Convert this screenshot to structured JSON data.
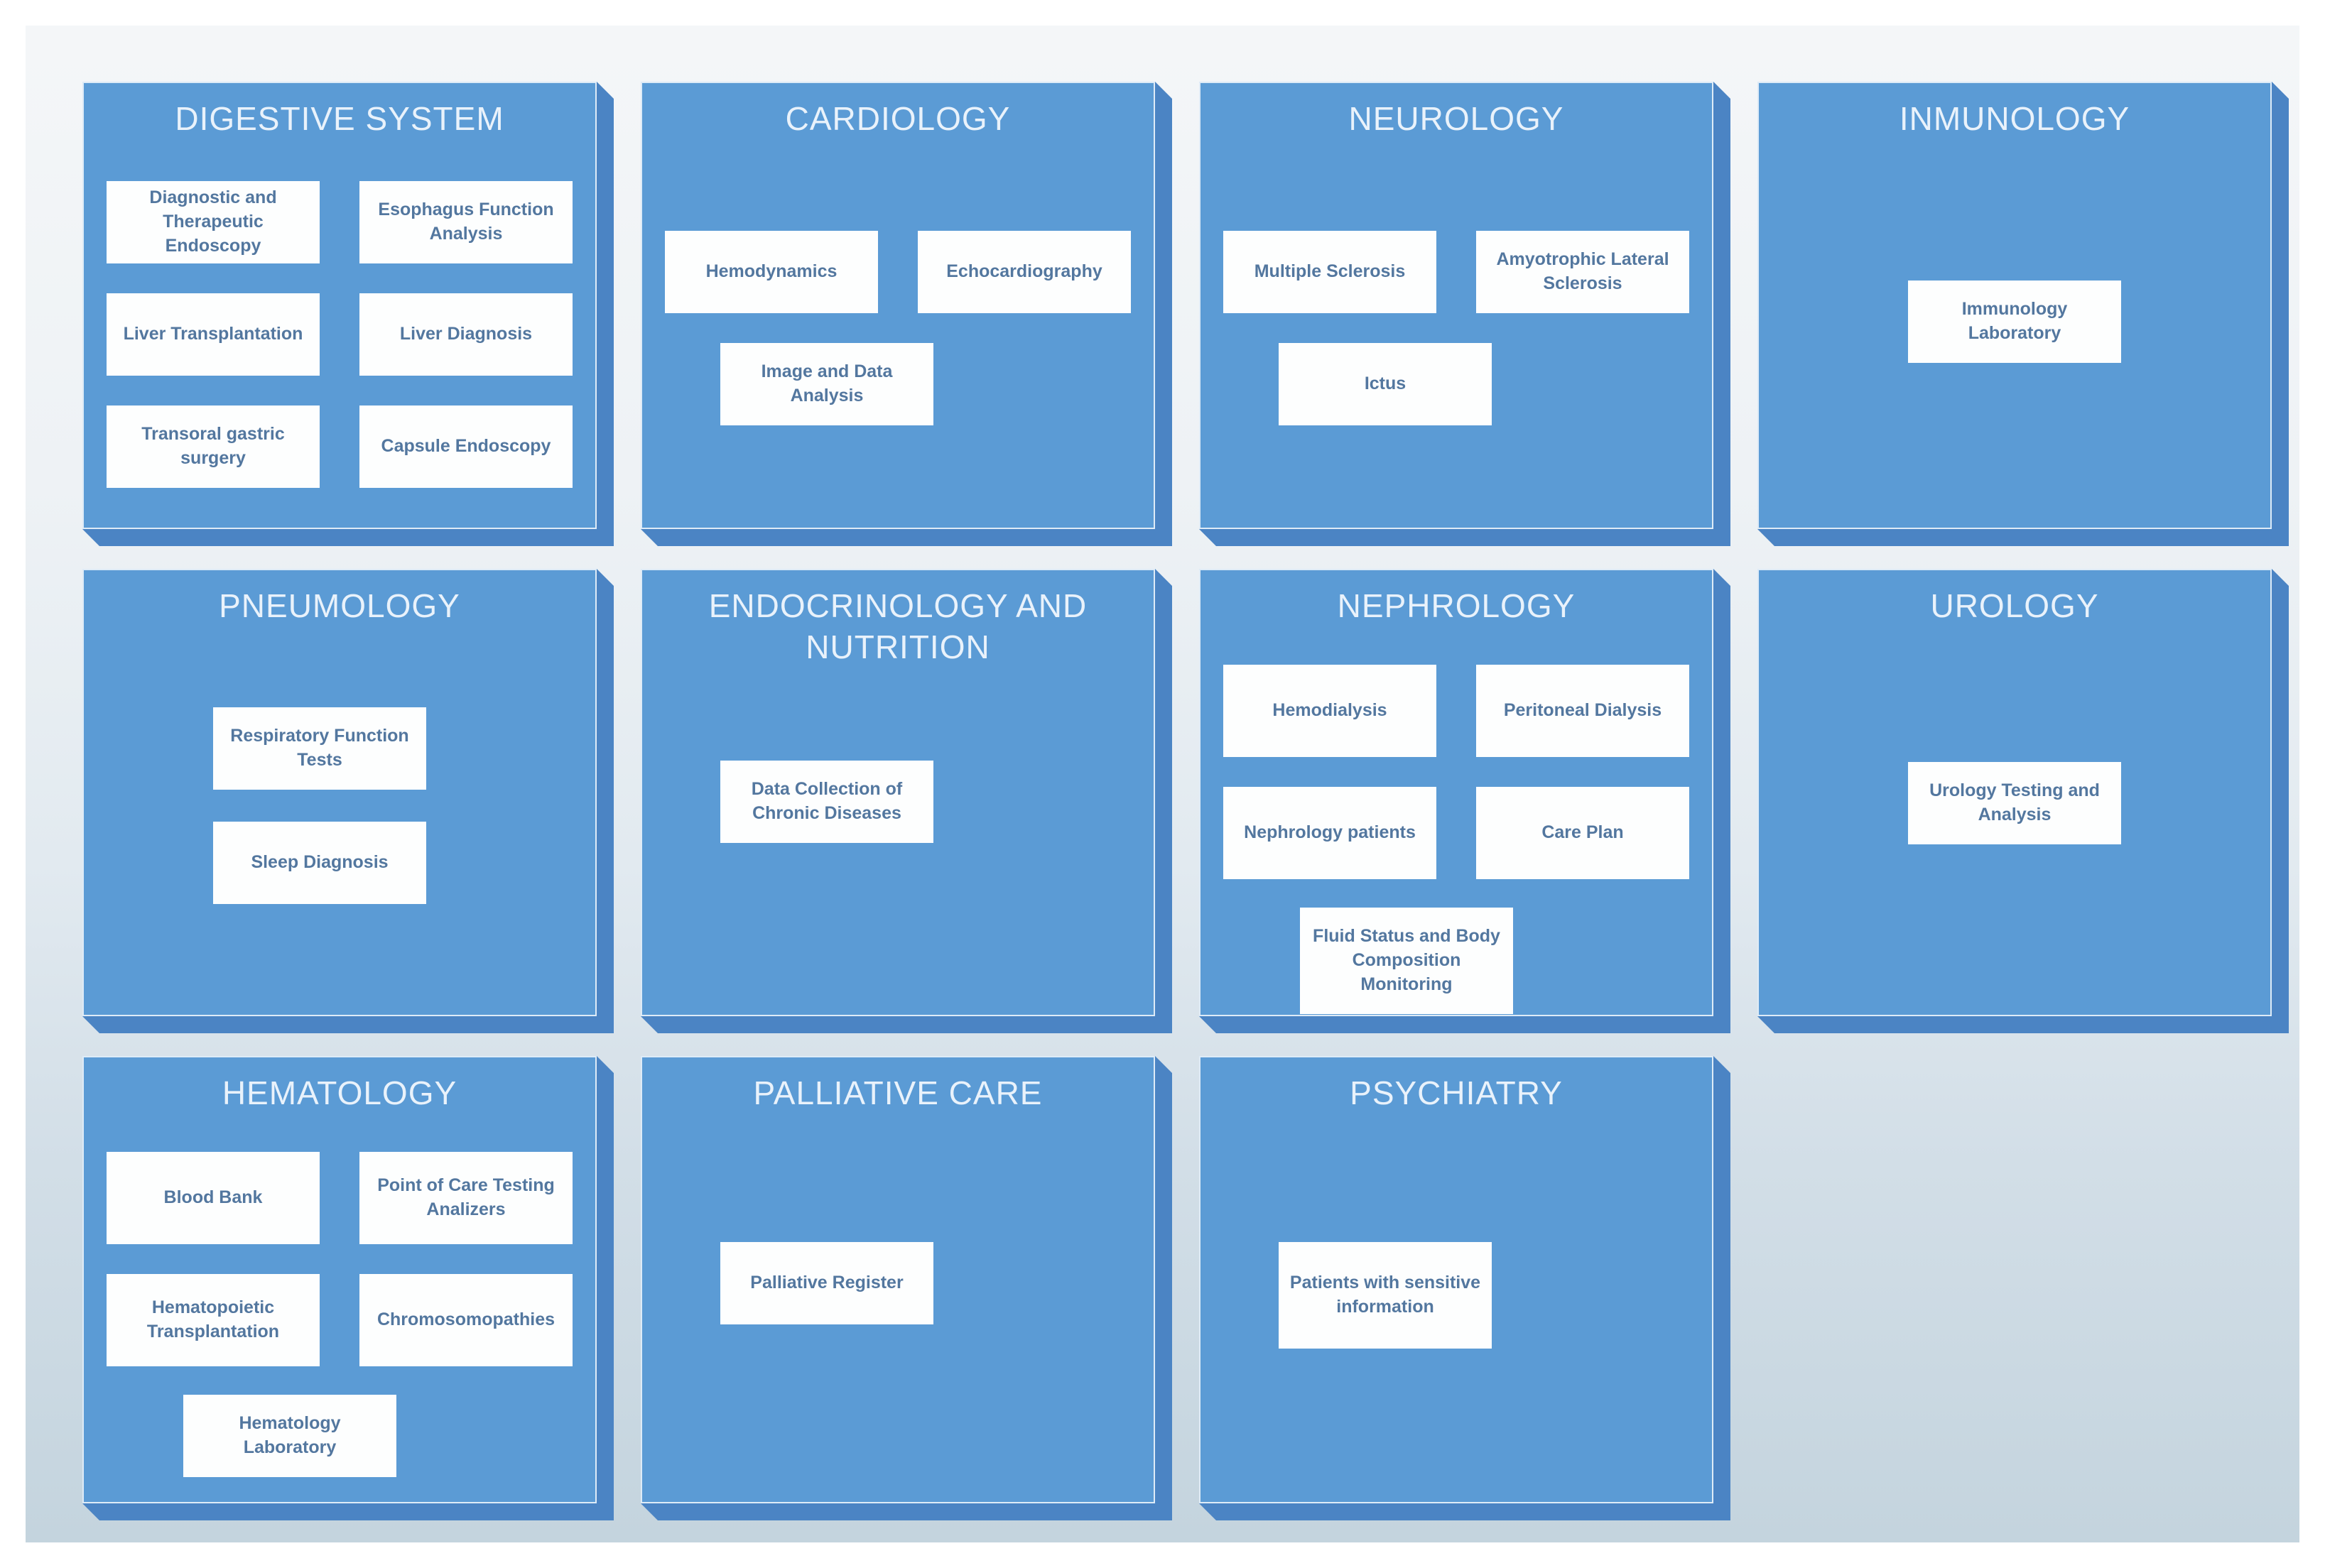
{
  "page": {
    "background_top": "#f4f6f8",
    "background_bottom": "#c4d4de",
    "card_face_color": "#5b9bd5",
    "card_side_color": "#4b84c4",
    "title_color": "#e9f2fb",
    "item_text_color": "#53779f"
  },
  "departments": [
    {
      "title": "DIGESTIVE SYSTEM",
      "items": [
        "Diagnostic and Therapeutic Endoscopy",
        "Esophagus Function Analysis",
        "Liver Transplantation",
        "Liver Diagnosis",
        "Transoral gastric surgery",
        "Capsule Endoscopy"
      ]
    },
    {
      "title": "CARDIOLOGY",
      "items": [
        "Hemodynamics",
        "Echocardiography",
        "Image and Data Analysis"
      ]
    },
    {
      "title": "NEUROLOGY",
      "items": [
        "Multiple Sclerosis",
        "Amyotrophic Lateral Sclerosis",
        "Ictus"
      ]
    },
    {
      "title": "INMUNOLOGY",
      "items": [
        "Immunology Laboratory"
      ]
    },
    {
      "title": "PNEUMOLOGY",
      "items": [
        "Respiratory Function Tests",
        "Sleep Diagnosis"
      ]
    },
    {
      "title": "ENDOCRINOLOGY AND NUTRITION",
      "items": [
        "Data Collection of Chronic Diseases"
      ]
    },
    {
      "title": "NEPHROLOGY",
      "items": [
        "Hemodialysis",
        "Peritoneal Dialysis",
        "Nephrology patients",
        "Care Plan",
        "Fluid Status and Body Composition Monitoring"
      ]
    },
    {
      "title": "UROLOGY",
      "items": [
        "Urology Testing and Analysis"
      ]
    },
    {
      "title": "HEMATOLOGY",
      "items": [
        "Blood Bank",
        "Point of Care Testing Analizers",
        "Hematopoietic Transplantation",
        "Chromosomopathies",
        "Hematology Laboratory"
      ]
    },
    {
      "title": "PALLIATIVE CARE",
      "items": [
        "Palliative Register"
      ]
    },
    {
      "title": "PSYCHIATRY",
      "items": [
        "Patients with sensitive information"
      ]
    }
  ]
}
